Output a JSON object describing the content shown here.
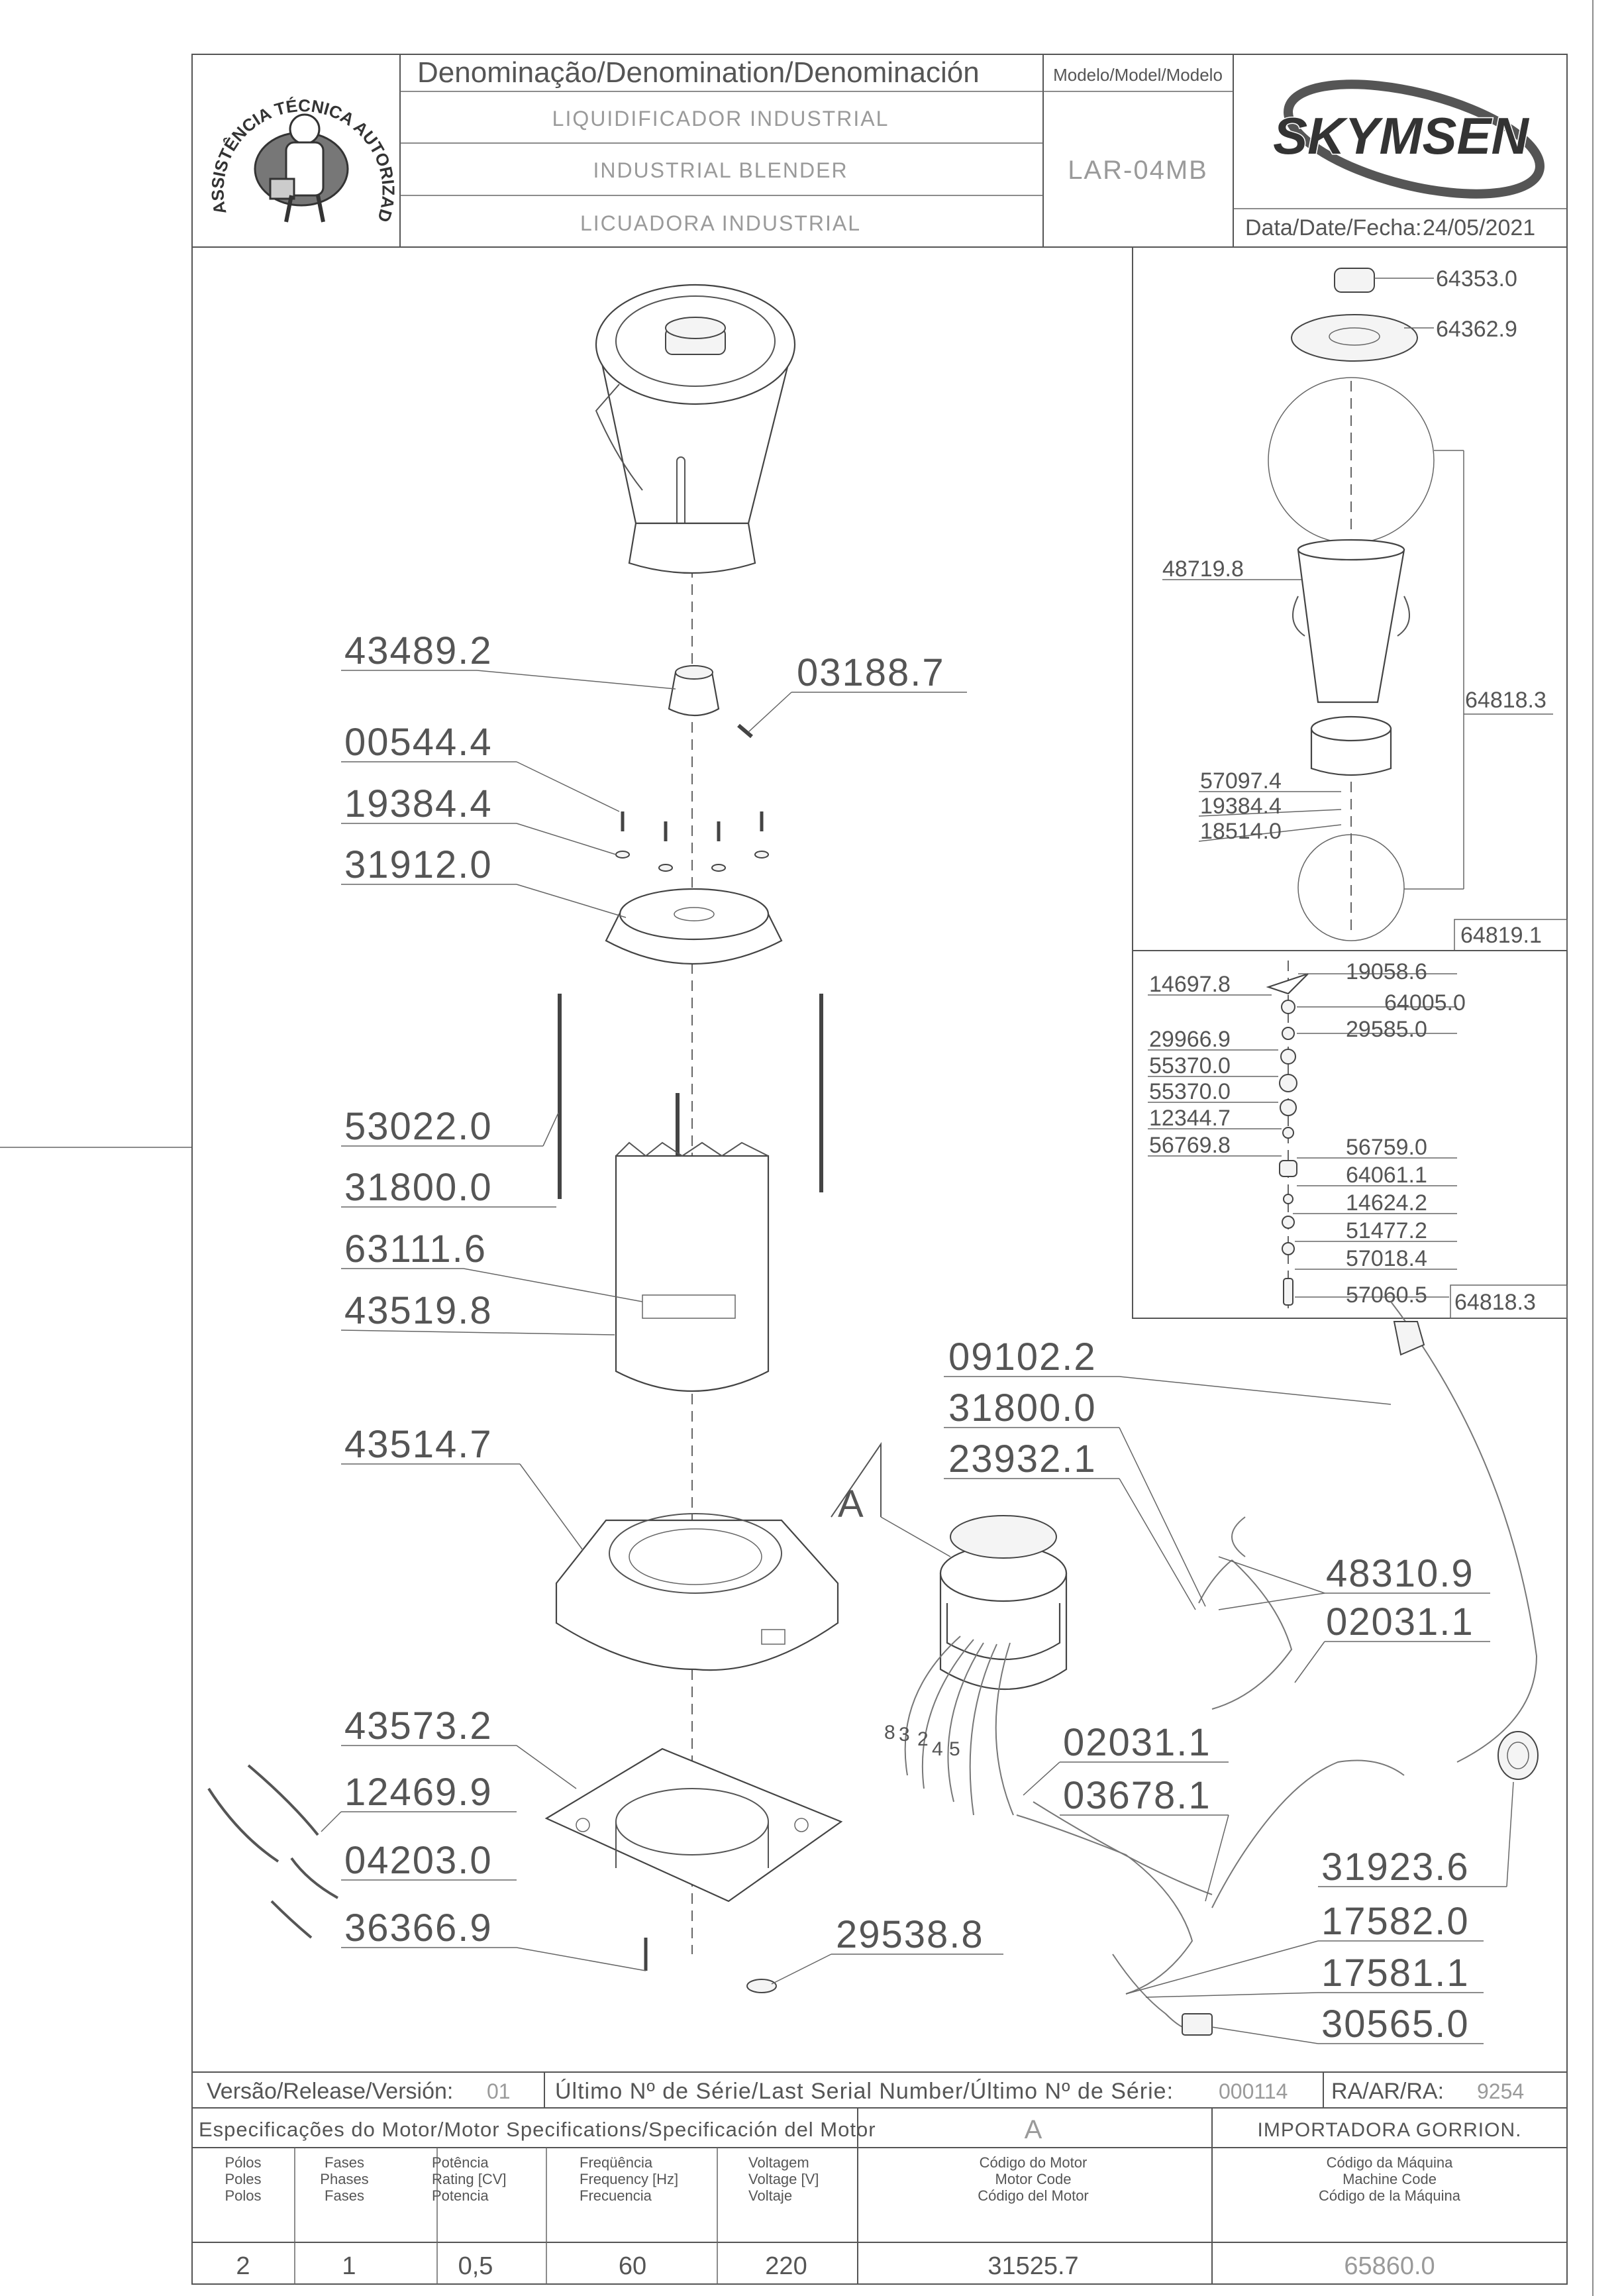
{
  "header": {
    "denomination_label": "Denominação/Denomination/Denominación",
    "names": [
      "LIQUIDIFICADOR INDUSTRIAL",
      "INDUSTRIAL BLENDER",
      "LICUADORA INDUSTRIAL"
    ],
    "model_label": "Modelo/Model/Modelo",
    "model": "LAR-04MB",
    "brand": "SKYMSEN",
    "date_label": "Data/Date/Fecha:",
    "date": "24/05/2021",
    "seal_text": "ASSISTÊNCIA TÉCNICA AUTORIZADA"
  },
  "callouts": {
    "c43489": "43489.2",
    "c03188": "03188.7",
    "c00544": "00544.4",
    "c19384": "19384.4",
    "c31912": "31912.0",
    "c53022": "53022.0",
    "c31800a": "31800.0",
    "c63111": "63111.6",
    "c43519": "43519.8",
    "c43514": "43514.7",
    "c43573": "43573.2",
    "c12469": "12469.9",
    "c04203": "04203.0",
    "c36366": "36366.9",
    "c29538": "29538.8",
    "c09102": "09102.2",
    "c31800b": "31800.0",
    "c23932": "23932.1",
    "c48310": "48310.9",
    "c02031a": "02031.1",
    "c02031b": "02031.1",
    "c03678": "03678.1",
    "c31923": "31923.6",
    "c17582": "17582.0",
    "c17581": "17581.1",
    "c30565": "30565.0",
    "detail_letter": "A",
    "wire_numbers": [
      "8",
      "3",
      "2",
      "4",
      "5"
    ]
  },
  "jar_detail": {
    "p64353": "64353.0",
    "p64362": "64362.9",
    "p48719": "48719.8",
    "p64818": "64818.3",
    "p57097": "57097.4",
    "p19384": "19384.4",
    "p18514": "18514.0",
    "assembly": "64819.1"
  },
  "blade_detail": {
    "left": [
      "14697.8",
      "29966.9",
      "55370.0",
      "55370.0",
      "12344.7",
      "56769.8"
    ],
    "right": [
      "19058.6",
      "64005.0",
      "29585.0",
      "56759.0",
      "64061.1",
      "14624.2",
      "51477.2",
      "57018.4",
      "57060.5"
    ],
    "assembly": "64818.3"
  },
  "release_row": {
    "version_label": "Versão/Release/Versión:",
    "version": "01",
    "serial_label": "Último Nº de Série/Last Serial Number/Último Nº de Série:",
    "serial": "000114",
    "ra_label": "RA/AR/RA:",
    "ra": "9254"
  },
  "motor": {
    "title": "Especificações do Motor/Motor Specifications/Specificación del Motor",
    "code_letter": "A",
    "importer": "IMPORTADORA GORRION.",
    "headers": [
      [
        "Pólos",
        "Poles",
        "Polos"
      ],
      [
        "Fases",
        "Phases",
        "Fases"
      ],
      [
        "Potência",
        "Rating [CV]",
        "Potencia"
      ],
      [
        "Freqüência",
        "Frequency [Hz]",
        "Frecuencia"
      ],
      [
        "Voltagem",
        "Voltage [V]",
        "Voltaje"
      ],
      [
        "Código do Motor",
        "Motor Code",
        "Código del Motor"
      ],
      [
        "Código da Máquina",
        "Machine Code",
        "Código de la Máquina"
      ]
    ],
    "values": [
      "2",
      "1",
      "0,5",
      "60",
      "220",
      "31525.7",
      "65860.0"
    ]
  }
}
